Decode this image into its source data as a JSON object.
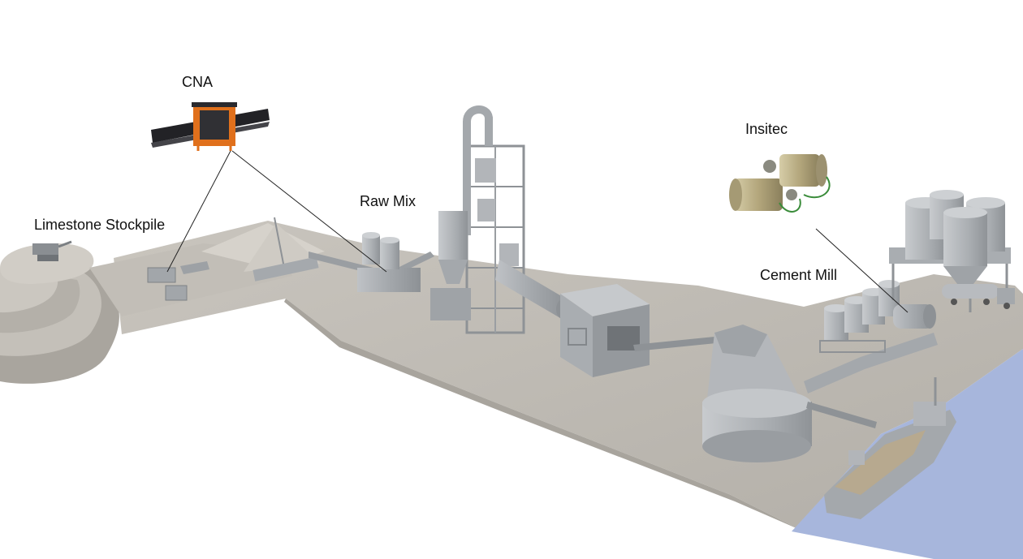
{
  "labels": {
    "cna": "CNA",
    "insitec": "Insitec",
    "raw_mix": "Raw Mix",
    "limestone_stockpile": "Limestone Stockpile",
    "cement_mill": "Cement Mill"
  },
  "colors": {
    "ground": "#bdb9b2",
    "equipment": "#a9adb1",
    "equipment_dark": "#8e9296",
    "water": "#a7b6dc",
    "cna_frame": "#e0701c",
    "insitec_body": "#b8ad88",
    "leader_line": "#222222"
  }
}
